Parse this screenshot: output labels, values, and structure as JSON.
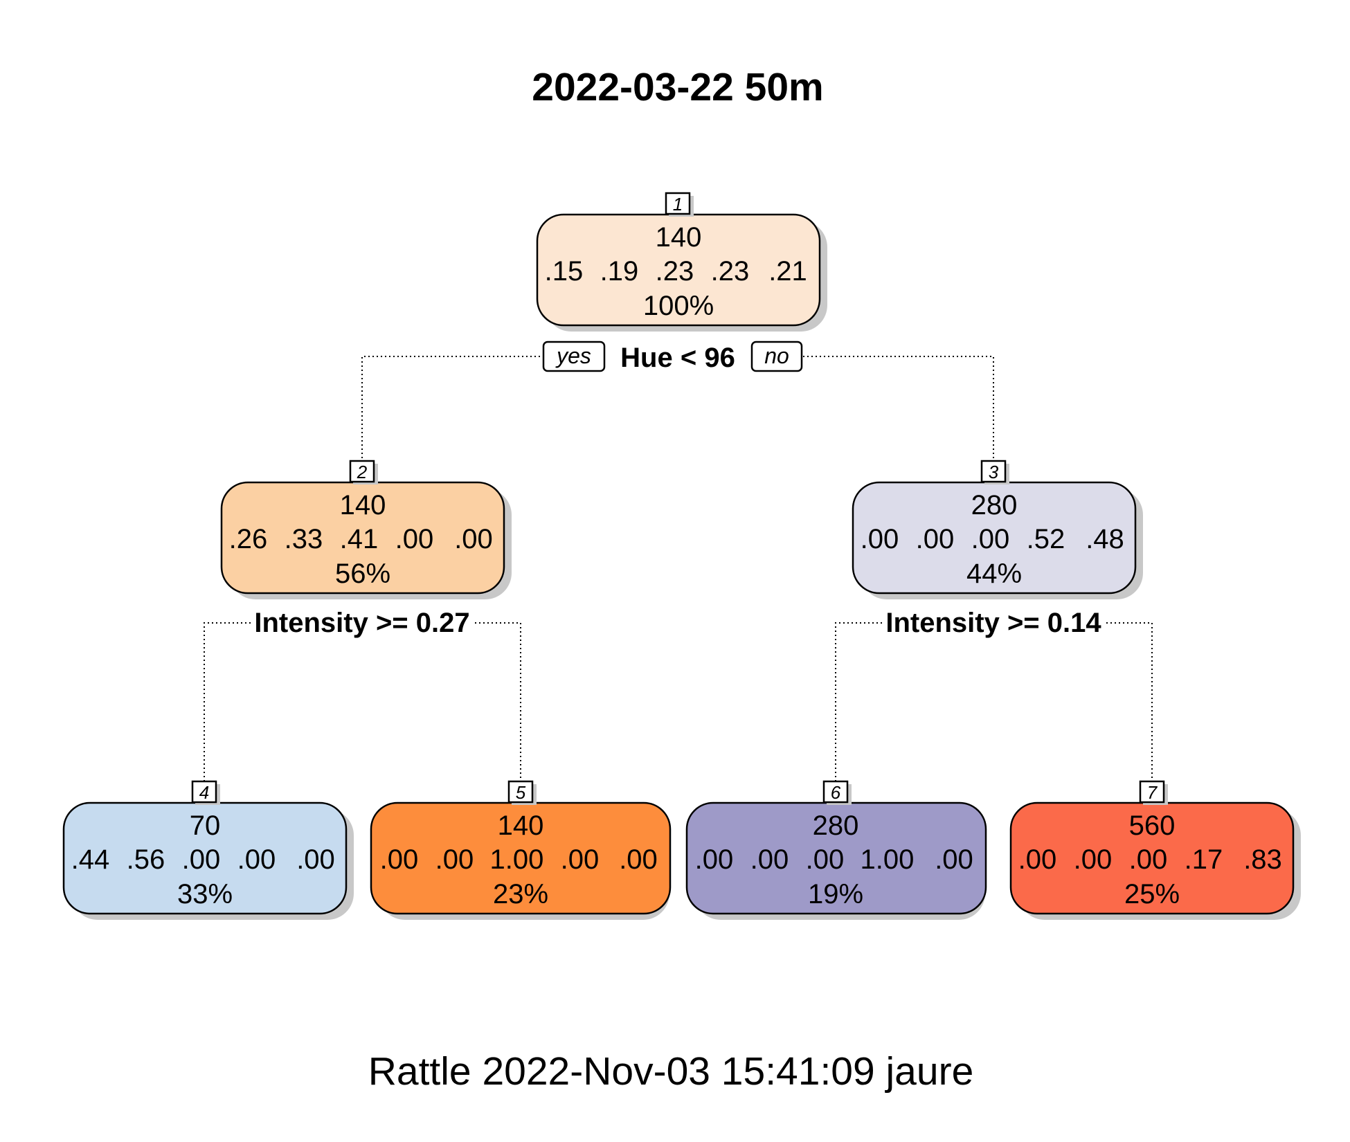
{
  "title": "2022-03-22 50m",
  "footer": "Rattle 2022-Nov-03 15:41:09 jaure",
  "labels": {
    "yes": "yes",
    "no": "no"
  },
  "nodes": [
    {
      "id": "1",
      "n": "140",
      "probs": [
        ".15",
        ".19",
        ".23",
        ".23",
        ".21"
      ],
      "pct": "100%",
      "color": "#fce6d2"
    },
    {
      "id": "2",
      "n": "140",
      "probs": [
        ".26",
        ".33",
        ".41",
        ".00",
        ".00"
      ],
      "pct": "56%",
      "color": "#fbd0a3"
    },
    {
      "id": "3",
      "n": "280",
      "probs": [
        ".00",
        ".00",
        ".00",
        ".52",
        ".48"
      ],
      "pct": "44%",
      "color": "#dcdcea"
    },
    {
      "id": "4",
      "n": "70",
      "probs": [
        ".44",
        ".56",
        ".00",
        ".00",
        ".00"
      ],
      "pct": "33%",
      "color": "#c6dbef"
    },
    {
      "id": "5",
      "n": "140",
      "probs": [
        ".00",
        ".00",
        "1.00",
        ".00",
        ".00"
      ],
      "pct": "23%",
      "color": "#fd8d3c"
    },
    {
      "id": "6",
      "n": "280",
      "probs": [
        ".00",
        ".00",
        ".00",
        "1.00",
        ".00"
      ],
      "pct": "19%",
      "color": "#9e9ac8"
    },
    {
      "id": "7",
      "n": "560",
      "probs": [
        ".00",
        ".00",
        ".00",
        ".17",
        ".83"
      ],
      "pct": "25%",
      "color": "#fb6a4a"
    }
  ],
  "splits": [
    {
      "node": "1",
      "text": "Hue < 96"
    },
    {
      "node": "2",
      "text": "Intensity >= 0.27"
    },
    {
      "node": "3",
      "text": "Intensity >= 0.14"
    }
  ]
}
